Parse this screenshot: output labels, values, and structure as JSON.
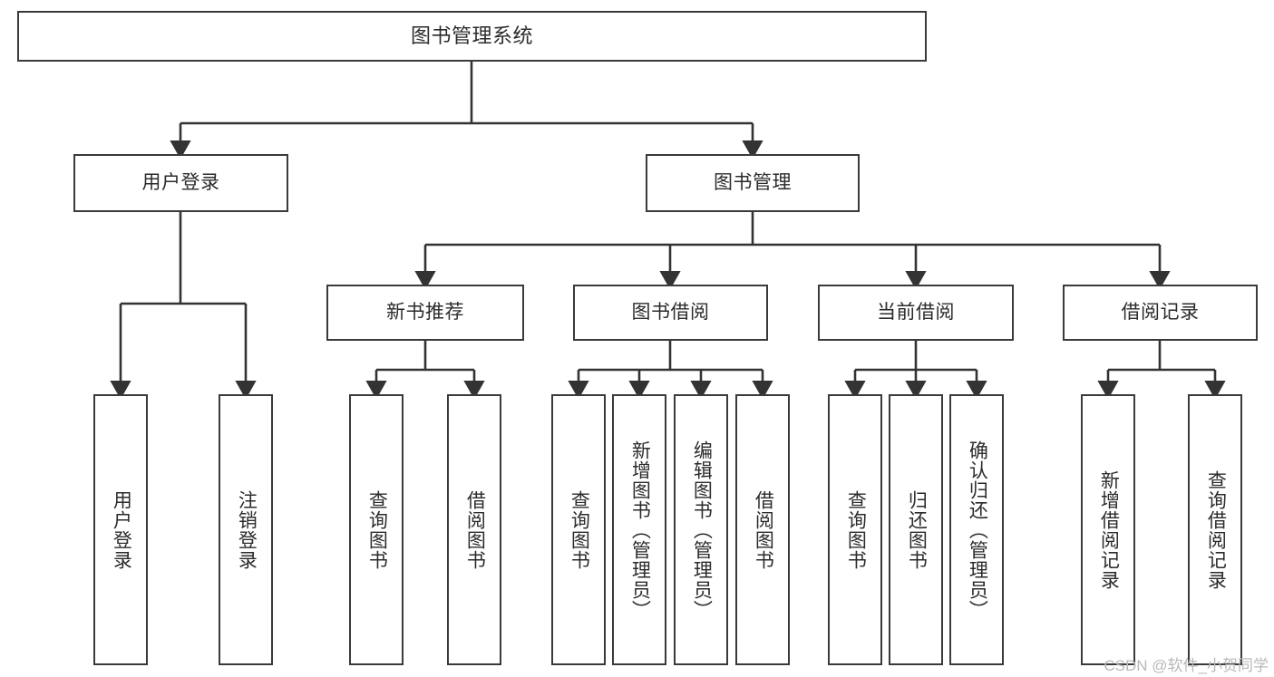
{
  "diagram": {
    "title": "图书管理系统",
    "type": "tree-hierarchy-chart",
    "root": {
      "id": "root",
      "label": "图书管理系统"
    },
    "level2": [
      {
        "id": "user-login",
        "label": "用户登录"
      },
      {
        "id": "book-management",
        "label": "图书管理"
      }
    ],
    "level3": [
      {
        "id": "new-book-recommend",
        "label": "新书推荐"
      },
      {
        "id": "book-borrow",
        "label": "图书借阅"
      },
      {
        "id": "current-borrow",
        "label": "当前借阅"
      },
      {
        "id": "borrow-record",
        "label": "借阅记录"
      }
    ],
    "leaves": [
      {
        "id": "leaf-user-login",
        "label": "用户登录"
      },
      {
        "id": "leaf-logout-login",
        "label": "注销登录"
      },
      {
        "id": "leaf-query-book-1",
        "label": "查询图书"
      },
      {
        "id": "leaf-borrow-book-1",
        "label": "借阅图书"
      },
      {
        "id": "leaf-query-book-2",
        "label": "查询图书"
      },
      {
        "id": "leaf-add-book",
        "label": "新增图书（管理员）"
      },
      {
        "id": "leaf-edit-book",
        "label": "编辑图书（管理员）"
      },
      {
        "id": "leaf-borrow-book-2",
        "label": "借阅图书"
      },
      {
        "id": "leaf-query-book-3",
        "label": "查询图书"
      },
      {
        "id": "leaf-return-book",
        "label": "归还图书"
      },
      {
        "id": "leaf-confirm-return",
        "label": "确认归还（管理员）"
      },
      {
        "id": "leaf-add-record",
        "label": "新增借阅记录"
      },
      {
        "id": "leaf-query-record",
        "label": "查询借阅记录"
      }
    ],
    "colors": {
      "box_border": "#3a3a3a",
      "box_fill": "#ffffff",
      "text": "#2b2b2b",
      "connector": "#333333",
      "background": "#ffffff",
      "watermark": "#b9b9b9"
    }
  },
  "watermark": {
    "text": "CSDN @软件_小贺同学"
  }
}
